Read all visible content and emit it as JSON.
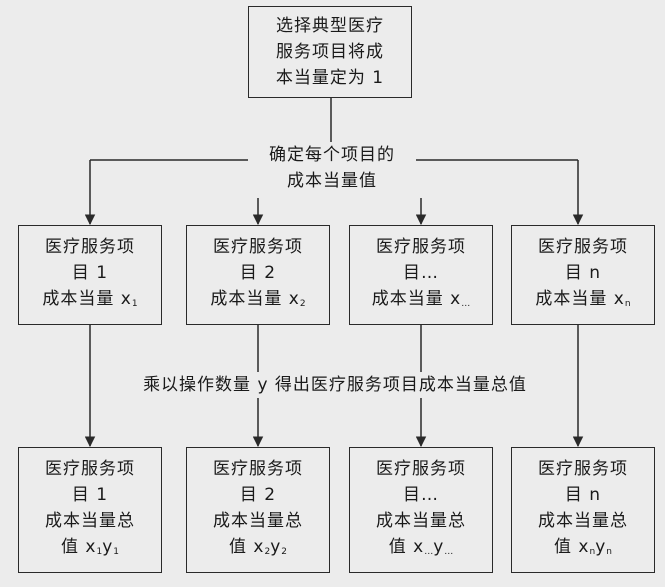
{
  "top_box": {
    "lines": [
      "选择典型医疗",
      "服务项目将成",
      "本当量定为 1"
    ]
  },
  "step1": {
    "lines": [
      "确定每个项目的",
      "成本当量值"
    ]
  },
  "step2": {
    "text": "乘以操作数量 y 得出医疗服务项目成本当量总值"
  },
  "cost_boxes": [
    {
      "l1": "医疗服务项",
      "l2": "目 1",
      "l3": "成本当量 x",
      "sub": "1"
    },
    {
      "l1": "医疗服务项",
      "l2": "目 2",
      "l3": "成本当量 x",
      "sub": "2"
    },
    {
      "l1": "医疗服务项",
      "l2": "目…",
      "l3": "成本当量 x",
      "sub": "…"
    },
    {
      "l1": "医疗服务项",
      "l2": "目 n",
      "l3": "成本当量 x",
      "sub": "n"
    }
  ],
  "total_boxes": [
    {
      "l1": "医疗服务项",
      "l2": "目 1",
      "l3": "成本当量总",
      "l4": "值 x",
      "xsub": "1",
      "y": "y",
      "ysub": "1"
    },
    {
      "l1": "医疗服务项",
      "l2": "目 2",
      "l3": "成本当量总",
      "l4": "值 x",
      "xsub": "2",
      "y": "y",
      "ysub": "2"
    },
    {
      "l1": "医疗服务项",
      "l2": "目…",
      "l3": "成本当量总",
      "l4": "值 x",
      "xsub": "…",
      "y": "y",
      "ysub": "…"
    },
    {
      "l1": "医疗服务项",
      "l2": "目 n",
      "l3": "成本当量总",
      "l4": "值 x",
      "xsub": "n",
      "y": "y",
      "ysub": "n"
    }
  ]
}
